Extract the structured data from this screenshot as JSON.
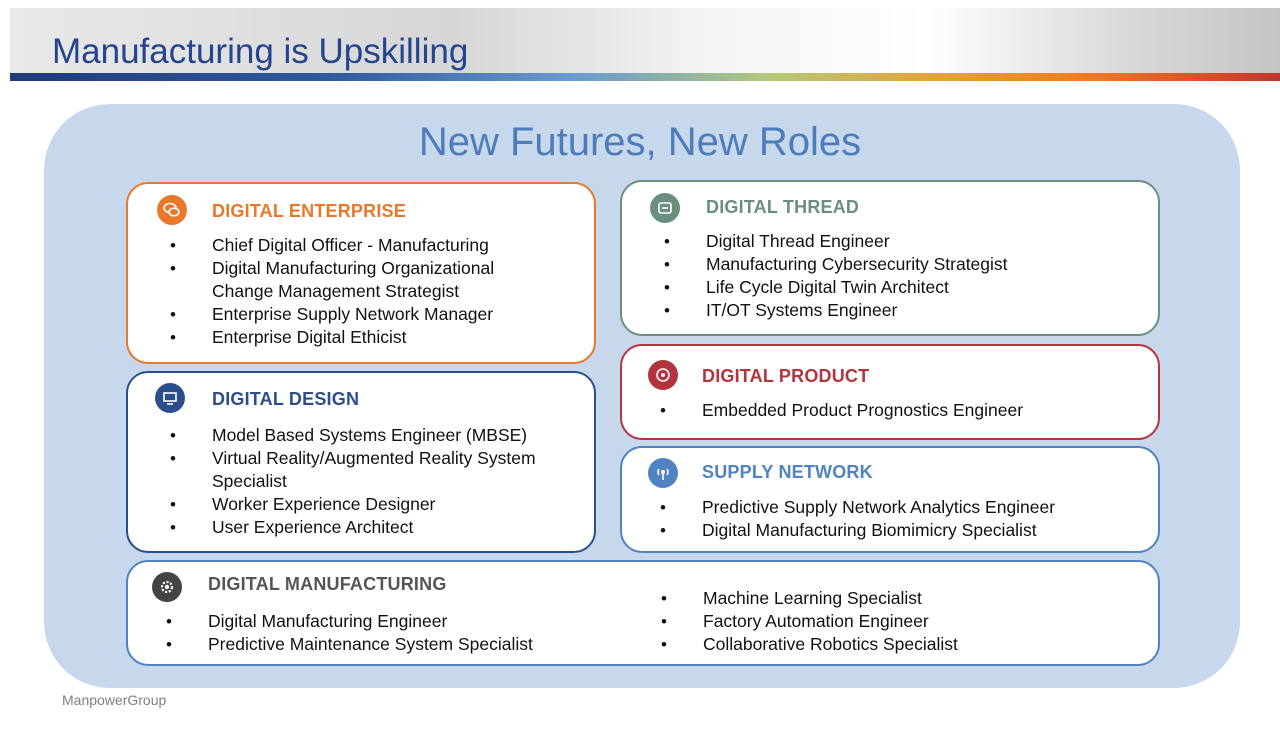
{
  "header": {
    "title": "Manufacturing is Upskilling"
  },
  "subtitle": "New Futures, New Roles",
  "cards": {
    "enterprise": {
      "title": "DIGITAL ENTERPRISE",
      "icon": "chat-bubbles-icon",
      "color": "#e8782a",
      "items": [
        "Chief Digital Officer - Manufacturing",
        "Digital Manufacturing Organizational",
        "Change Management Strategist",
        "Enterprise Supply Network Manager",
        "Enterprise Digital Ethicist"
      ]
    },
    "thread": {
      "title": "DIGITAL THREAD",
      "icon": "thread-icon",
      "color": "#6b8f7e",
      "items": [
        "Digital Thread Engineer",
        "Manufacturing Cybersecurity Strategist",
        "Life Cycle Digital Twin Architect",
        "IT/OT Systems Engineer"
      ]
    },
    "product": {
      "title": "DIGITAL PRODUCT",
      "icon": "product-icon",
      "color": "#b3343c",
      "items": [
        "Embedded Product Prognostics Engineer"
      ]
    },
    "design": {
      "title": "DIGITAL DESIGN",
      "icon": "monitor-icon",
      "color": "#2c4f8c",
      "items": [
        "Model Based Systems Engineer (MBSE)",
        "Virtual Reality/Augmented Reality System",
        "Specialist",
        "Worker Experience Designer",
        "User Experience Architect"
      ]
    },
    "supply": {
      "title": "SUPPLY NETWORK",
      "icon": "antenna-icon",
      "color": "#4f83c2",
      "items": [
        "Predictive Supply Network Analytics Engineer",
        "Digital Manufacturing Biomimicry Specialist"
      ]
    },
    "manufacturing": {
      "title": "DIGITAL MANUFACTURING",
      "icon": "gear-icon",
      "color": "#444444",
      "items_left": [
        "Digital Manufacturing Engineer",
        "Predictive Maintenance System Specialist"
      ],
      "items_right": [
        "Machine Learning Specialist",
        "Factory Automation Engineer",
        "Collaborative Robotics Specialist"
      ]
    }
  },
  "footer": "ManpowerGroup"
}
